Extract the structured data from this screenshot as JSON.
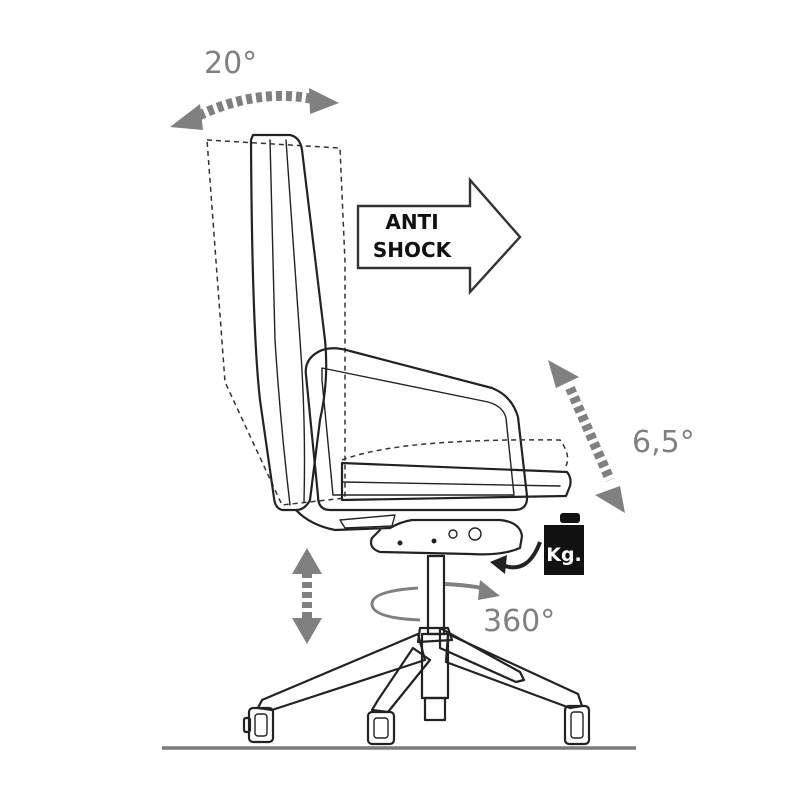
{
  "labels": {
    "backrest_tilt": "20°",
    "anti_shock_line1": "ANTI",
    "anti_shock_line2": "SHOCK",
    "seat_tilt": "6,5°",
    "weight": "Kg.",
    "swivel": "360°"
  },
  "colors": {
    "arrow_gray": "#808080",
    "line": "#222222",
    "floor": "#7a7a7a",
    "weight_block": "#111111"
  },
  "icons": {
    "backrest_arrow": "double-curved-arrow",
    "anti_shock_arrow": "outline-right-arrow",
    "seat_arrow": "double-diagonal-arrow",
    "height_arrow": "double-vertical-arrow",
    "weight": "weight-kg-icon",
    "swivel_arrow": "rotation-arrow"
  }
}
